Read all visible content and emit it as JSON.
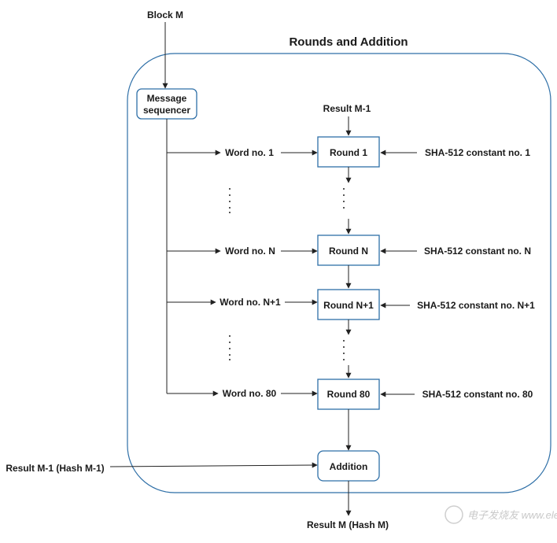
{
  "diagram": {
    "title": "Rounds and Addition",
    "block_label": "Block M",
    "sequencer": {
      "line1": "Message",
      "line2": "sequencer"
    },
    "result_in": "Result M-1",
    "rounds": [
      {
        "word": "Word no. 1",
        "round": "Round 1",
        "constant": "SHA-512 constant no. 1"
      },
      {
        "word": "Word no. N",
        "round": "Round N",
        "constant": "SHA-512 constant no. N"
      },
      {
        "word": "Word no. N+1",
        "round": "Round N+1",
        "constant": "SHA-512 constant no. N+1"
      },
      {
        "word": "Word no. 80",
        "round": "Round 80",
        "constant": "SHA-512 constant no. 80"
      }
    ],
    "addition": "Addition",
    "hash_in": "Result M-1 (Hash M-1)",
    "result_out": "Result M (Hash M)",
    "colors": {
      "box_border": "#2e6fa7",
      "line": "#222222"
    }
  },
  "watermark": "电子发烧友 www.elecfans.com"
}
